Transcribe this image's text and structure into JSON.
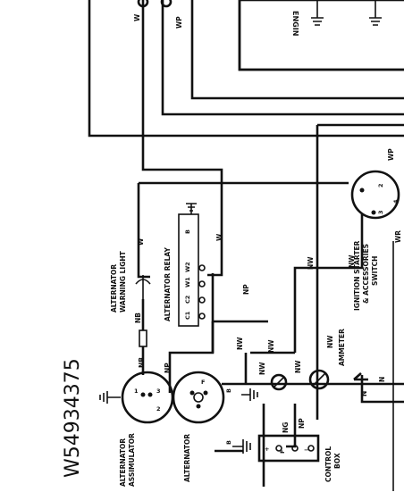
{
  "diagram_ref": "W54934375",
  "components": {
    "alternator_warning_light": [
      "ALTERNATOR",
      "WARNING LIGHT"
    ],
    "alternator_relay": "ALTERNATOR RELAY",
    "alternator_accumulator": [
      "ALTERNATOR",
      "ASSIMULATOR"
    ],
    "alternator": "ALTERNATOR",
    "control_box": [
      "CONTROL",
      "BOX"
    ],
    "ammeter": "AMMETER",
    "ignition_switch": [
      "IGNITION STARTER",
      "& ACCESSORIES",
      "SWITCH"
    ],
    "engine_partial": "ENGIN",
    "bottom_right_partial": "WR"
  },
  "relay_terminals": {
    "c1": "C1",
    "c2": "C2",
    "w1": "W1",
    "w2": "W2",
    "b": "B"
  },
  "accumulator_terminals": {
    "t1": "1",
    "t2": "2",
    "t3": "3"
  },
  "alternator_terminals": {
    "f": "F",
    "b": "B"
  },
  "control_box_terminals": {
    "plus": "+",
    "f": "F",
    "minus": "−",
    "b": "B"
  },
  "switch_terminals": {
    "t2": "2",
    "t3": "3",
    "t4": "4"
  },
  "wire_codes": {
    "top_w": "W",
    "top_wp": "WP",
    "relay_w": "W",
    "light_w": "W",
    "light_nb": "NB",
    "relay_np": "NP",
    "acc_nb": "NB",
    "acc_np": "NP",
    "nw1": "NW",
    "nw2": "NW",
    "nw3": "NW",
    "nw4": "NW",
    "nw5": "NW",
    "nw6": "NW",
    "nw7": "NW",
    "ng": "NG",
    "np_cb": "NP",
    "n1": "N",
    "n2": "N",
    "wp_sw": "WP"
  }
}
